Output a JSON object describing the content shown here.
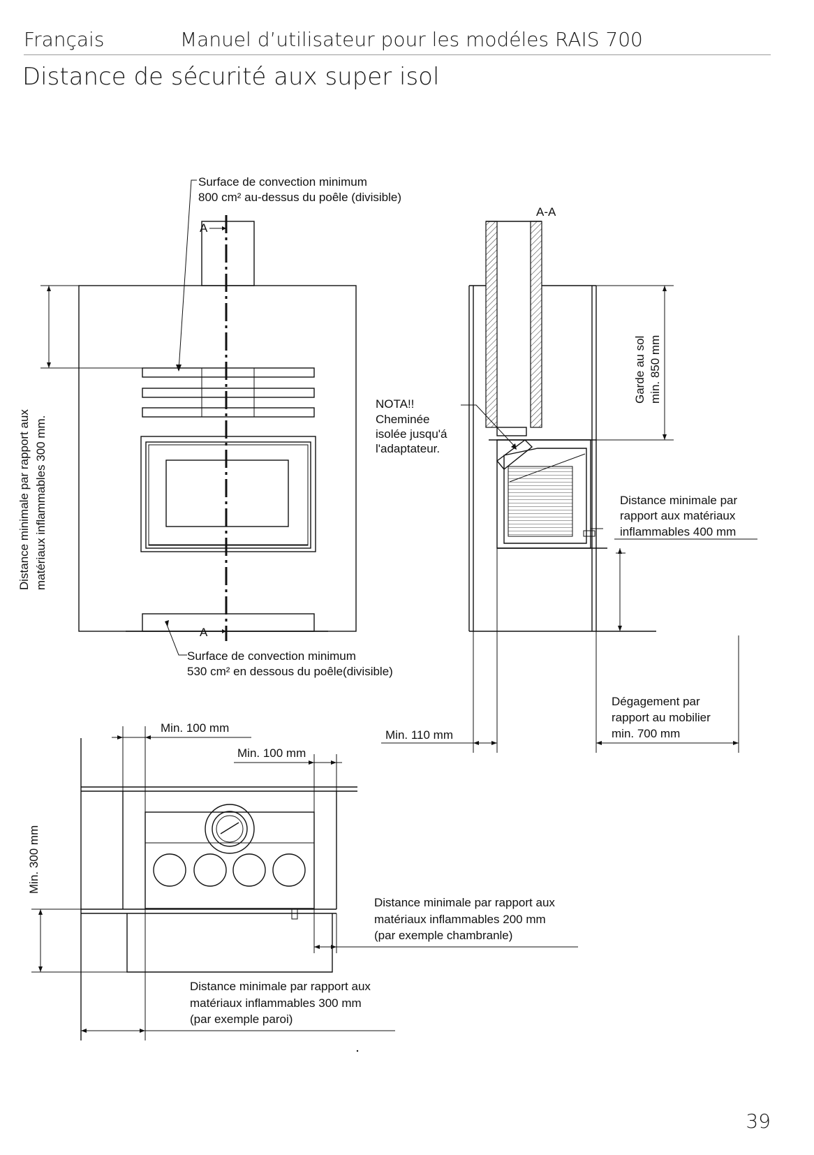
{
  "header": {
    "language": "Français",
    "title": "Manuel d’utilisateur pour les modéles RAIS 700"
  },
  "heading": "Distance de sécurité aux super isol",
  "page_number": "39",
  "front_view": {
    "section_marker_top": "A",
    "section_marker_bottom": "A",
    "convection_top": [
      "Surface de convection minimum",
      "800 cm² au-dessus du poêle (divisible)"
    ],
    "convection_bottom": [
      "Surface de convection minimum",
      "530 cm² en dessous du poêle(divisible)"
    ],
    "side_label": [
      "Distance minimale par rapport aux",
      "matériaux inflammables  300 mm."
    ]
  },
  "section_view": {
    "title": "A-A",
    "note": [
      "NOTA!!",
      "Cheminée",
      "isolée jusqu'á",
      "l'adaptateur."
    ],
    "floor_clearance": [
      "Garde au sol",
      "min. 850 mm"
    ],
    "min_distance_400": [
      "Distance minimale par",
      "rapport aux matériaux",
      "inflammables 400 mm"
    ],
    "min_110": "Min. 110 mm",
    "furniture": [
      "Dégagement par",
      "rapport au mobilier",
      "min. 700 mm"
    ]
  },
  "plan_view": {
    "min_100_a": "Min. 100 mm",
    "min_100_b": "Min. 100 mm",
    "min_300": "Min. 300 mm",
    "distance_200": [
      "Distance minimale par rapport aux",
      "matériaux inflammables 200 mm",
      "(par exemple chambranle)"
    ],
    "distance_300": [
      "Distance minimale par rapport aux",
      "matériaux inflammables 300 mm",
      "(par exemple paroi)"
    ]
  }
}
